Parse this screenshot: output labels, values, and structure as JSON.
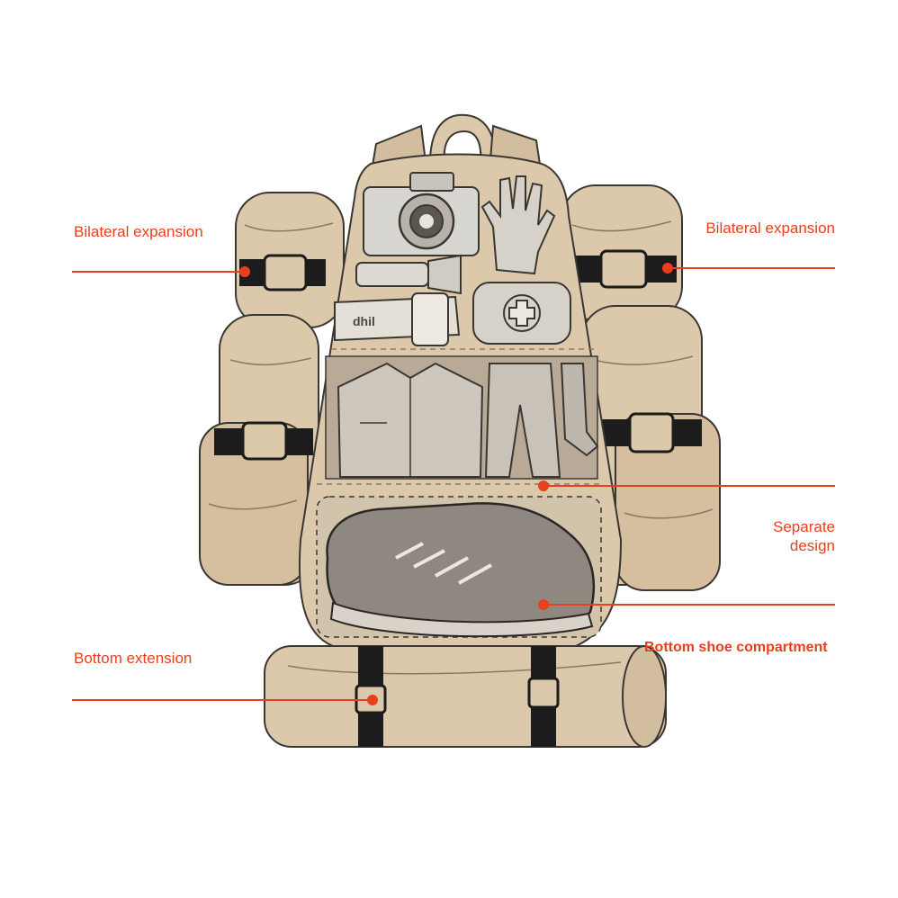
{
  "colors": {
    "accent": "#e8401c",
    "bag": "#dcc8ab",
    "bag_shade": "#c9b08e",
    "ink": "#3a3733",
    "strap": "#1c1c1c",
    "background": "#ffffff"
  },
  "callouts": {
    "left_top": "Bilateral expansion",
    "right_top": "Bilateral expansion",
    "right_mid_line1": "Separate",
    "right_mid_line2": "design",
    "left_bottom": "Bottom extension",
    "right_bottom": "Bottom shoe compartment"
  },
  "items": [
    "camera-icon",
    "glove-icon",
    "flashlight-icon",
    "toothpaste-icon",
    "first-aid-kit-icon",
    "jacket-icon",
    "trousers-icon",
    "socks-icon",
    "shoe-icon"
  ]
}
